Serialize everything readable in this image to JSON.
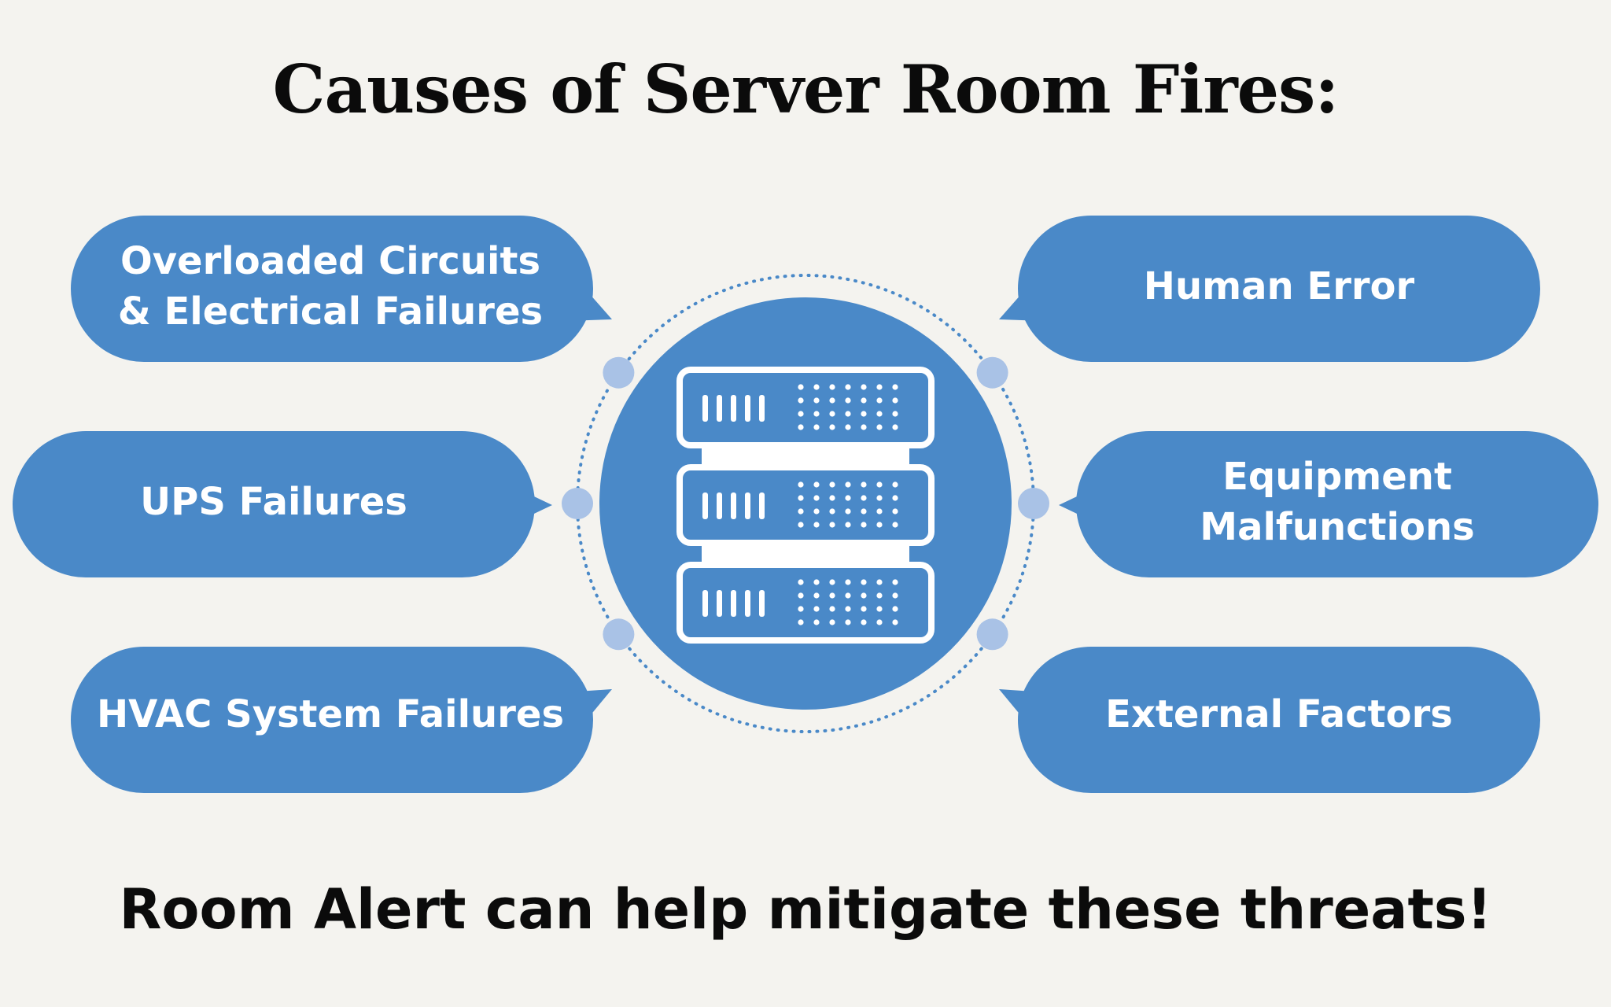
{
  "title": "Causes of Server Room Fires:",
  "footer": "Room Alert can help mitigate these threats!",
  "colors": {
    "background": "#f4f3ef",
    "accent": "#4a89c8",
    "node": "#a9c2e6",
    "text_dark": "#0b0b0b",
    "text_light": "#ffffff"
  },
  "center_icon": "server-rack-icon",
  "causes": [
    {
      "id": "overloaded-circuits",
      "lines": [
        "Overloaded Circuits",
        "& Electrical Failures"
      ]
    },
    {
      "id": "ups-failures",
      "lines": [
        "UPS Failures"
      ]
    },
    {
      "id": "hvac-failures",
      "lines": [
        "HVAC System Failures"
      ]
    },
    {
      "id": "human-error",
      "lines": [
        "Human Error"
      ]
    },
    {
      "id": "equipment-malfunctions",
      "lines": [
        "Equipment",
        "Malfunctions"
      ]
    },
    {
      "id": "external-factors",
      "lines": [
        "External Factors"
      ]
    }
  ]
}
